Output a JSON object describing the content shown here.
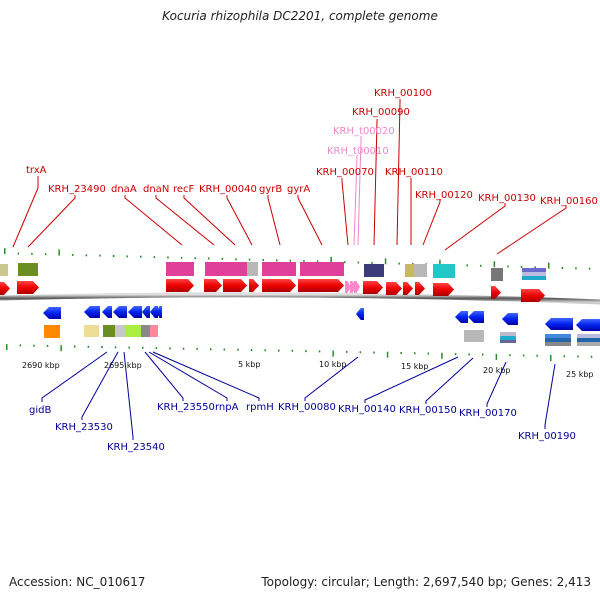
{
  "title": "Kocuria rhizophila DC2201, complete genome",
  "footer": {
    "accession": "Accession: NC_010617",
    "summary": "Topology: circular; Length: 2,697,540 bp; Genes: 2,413"
  },
  "scale_ticks": [
    "2690 kbp",
    "2695 kbp",
    "5 kbp",
    "10 kbp",
    "15 kbp",
    "20 kbp",
    "25 kbp"
  ],
  "upper_labels": [
    "trxA",
    "KRH_23490",
    "dnaA",
    "dnaN",
    "recF",
    "KRH_00040",
    "gyrB",
    "gyrA",
    "KRH_00070",
    "KRH_t00010",
    "KRH_t00020",
    "KRH_00090",
    "KRH_00100",
    "KRH_00110",
    "KRH_00120",
    "KRH_00130",
    "KRH_00160"
  ],
  "lower_labels": [
    "gidB",
    "KRH_23530",
    "KRH_23540",
    "KRH_23550",
    "rnpA",
    "rpmH",
    "KRH_00080",
    "KRH_00140",
    "KRH_00150",
    "KRH_00170",
    "KRH_00190"
  ],
  "colors": {
    "forward_gene": "#ee0000",
    "reverse_gene": "#0000ee",
    "trna": "#ff88cc",
    "upper_label": "#cc0000",
    "trna_label": "#ee88cc",
    "lower_label": "#000099",
    "backbone": "#888888",
    "tick": "#2a8a2a"
  }
}
